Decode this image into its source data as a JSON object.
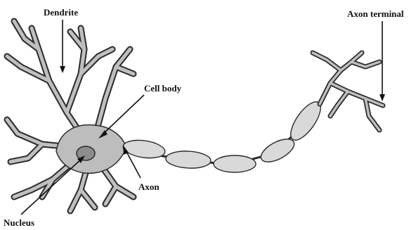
{
  "labels": {
    "dendrite": "Dendrite",
    "cell_body": "Cell body",
    "axon": "Axon",
    "nucleus": "Nucleus",
    "axon_terminal": "Axon terminal"
  },
  "colors": {
    "neuron_fill": "#bdbdbd",
    "outline": "#2a2a2a",
    "nucleus_fill": "#8c8c8c",
    "myelin_fill": "#d9d9d9",
    "text": "#111111"
  }
}
